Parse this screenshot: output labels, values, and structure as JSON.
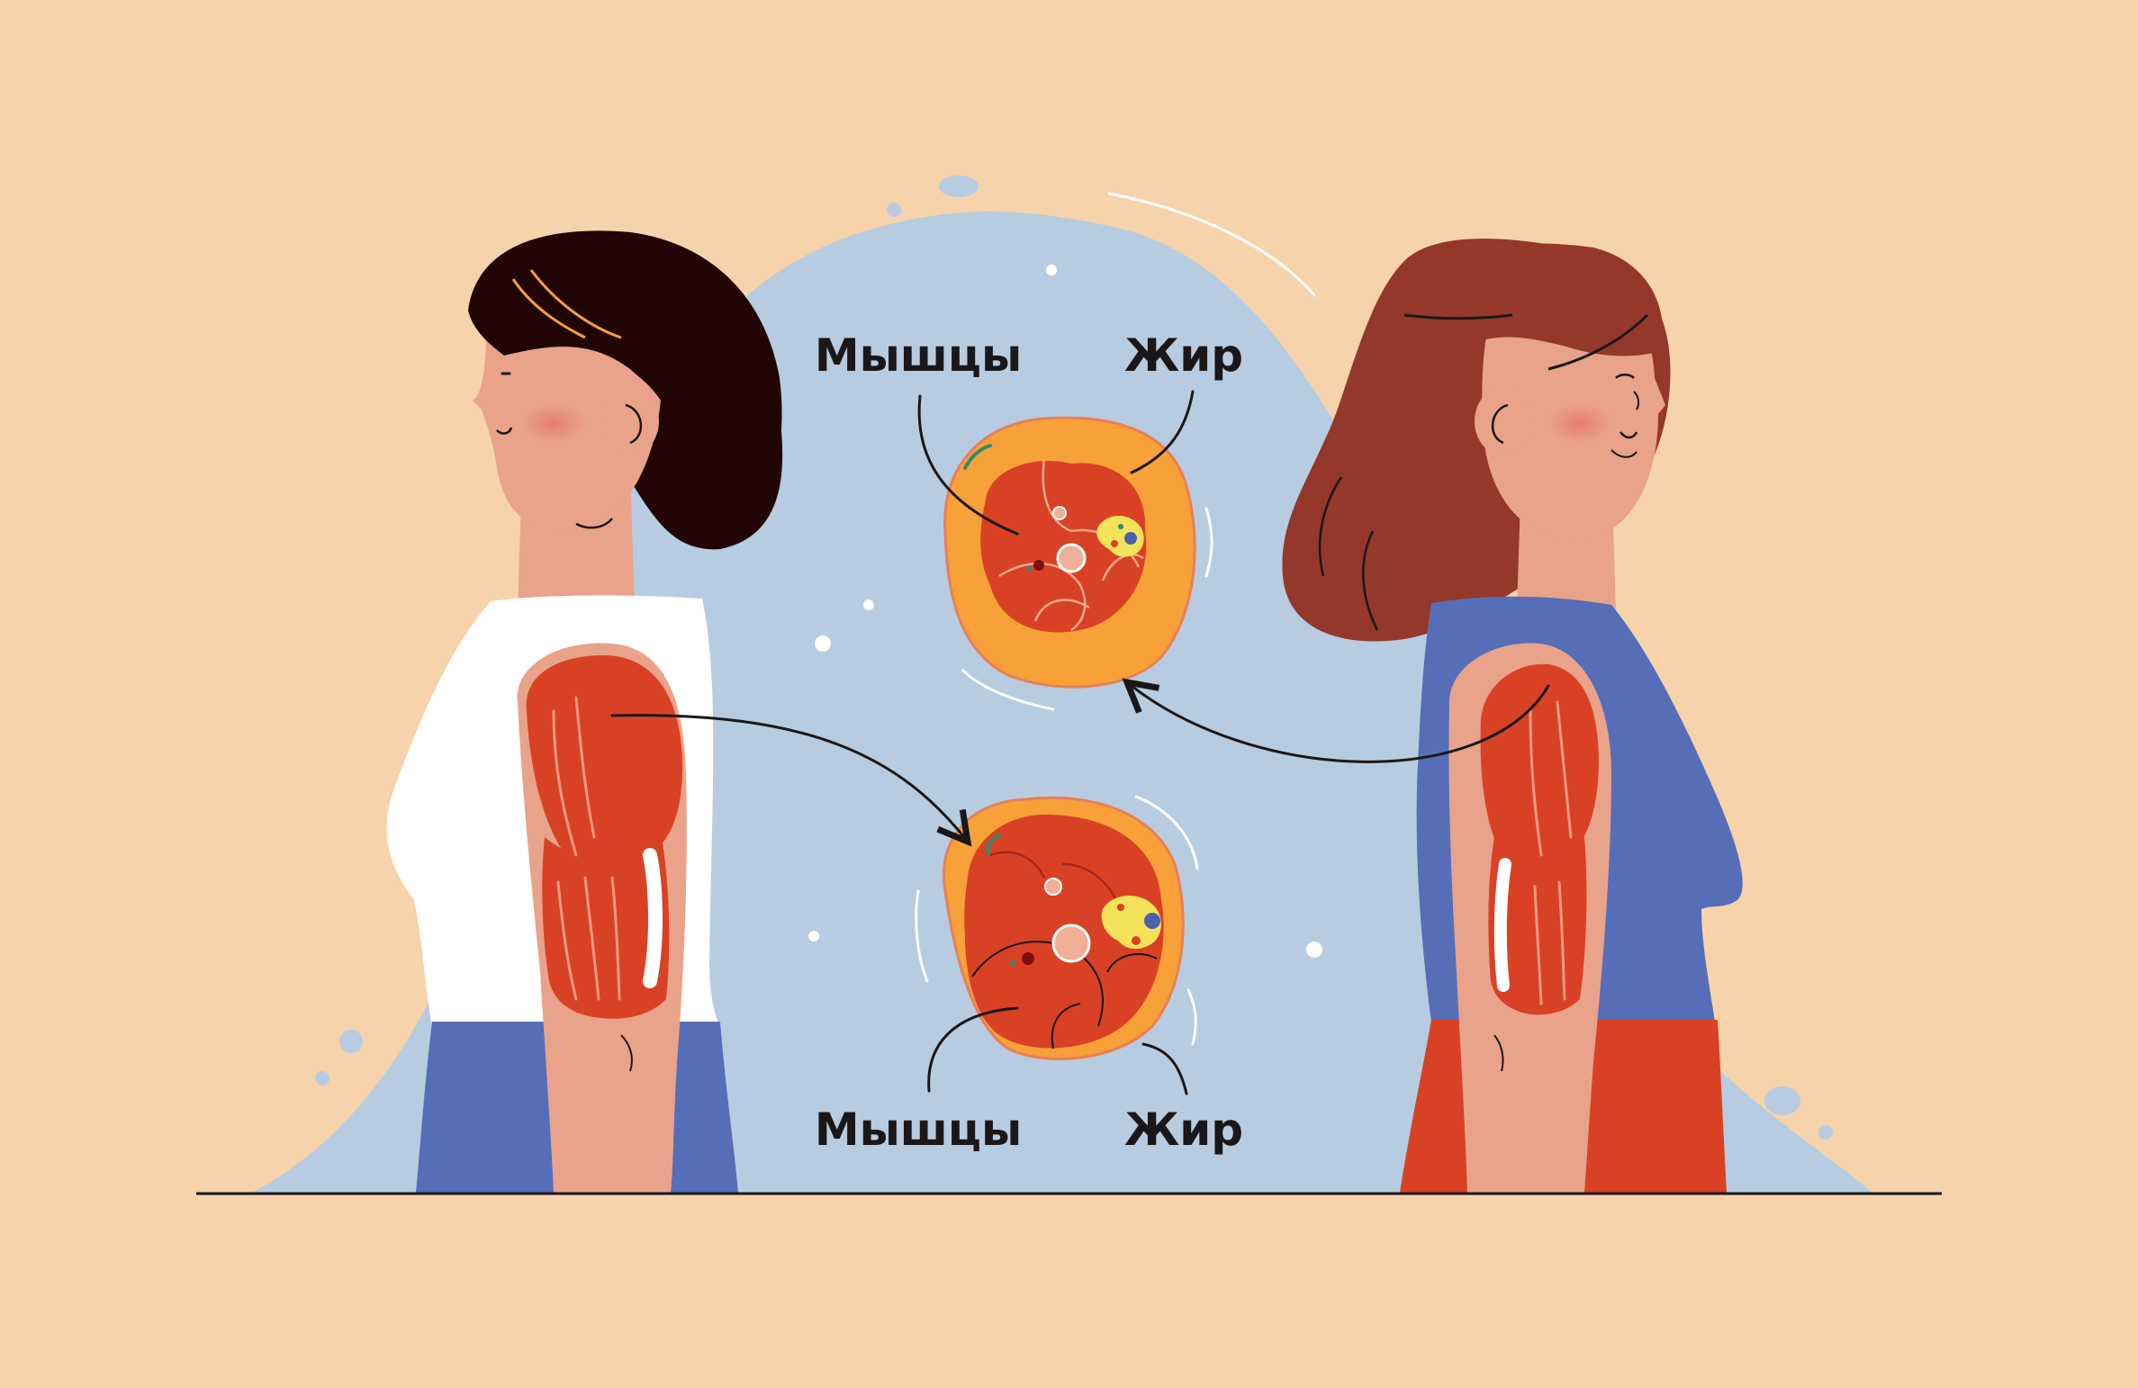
{
  "labels": {
    "top_muscle": "Мышцы",
    "top_fat": "Жир",
    "bottom_muscle": "Мышцы",
    "bottom_fat": "Жир"
  },
  "colors": {
    "background": "#F6D3AA",
    "blob": "#B7CCE0",
    "muscle": "#D94125",
    "fat": "#F7A138",
    "skin": "#E9A38A",
    "young_hair": "#210504",
    "older_hair": "#93382A",
    "blue_clothing": "#566DB8",
    "red_skirt": "#D94125",
    "white_top": "#FFFFFF",
    "text": "#1B1718"
  }
}
